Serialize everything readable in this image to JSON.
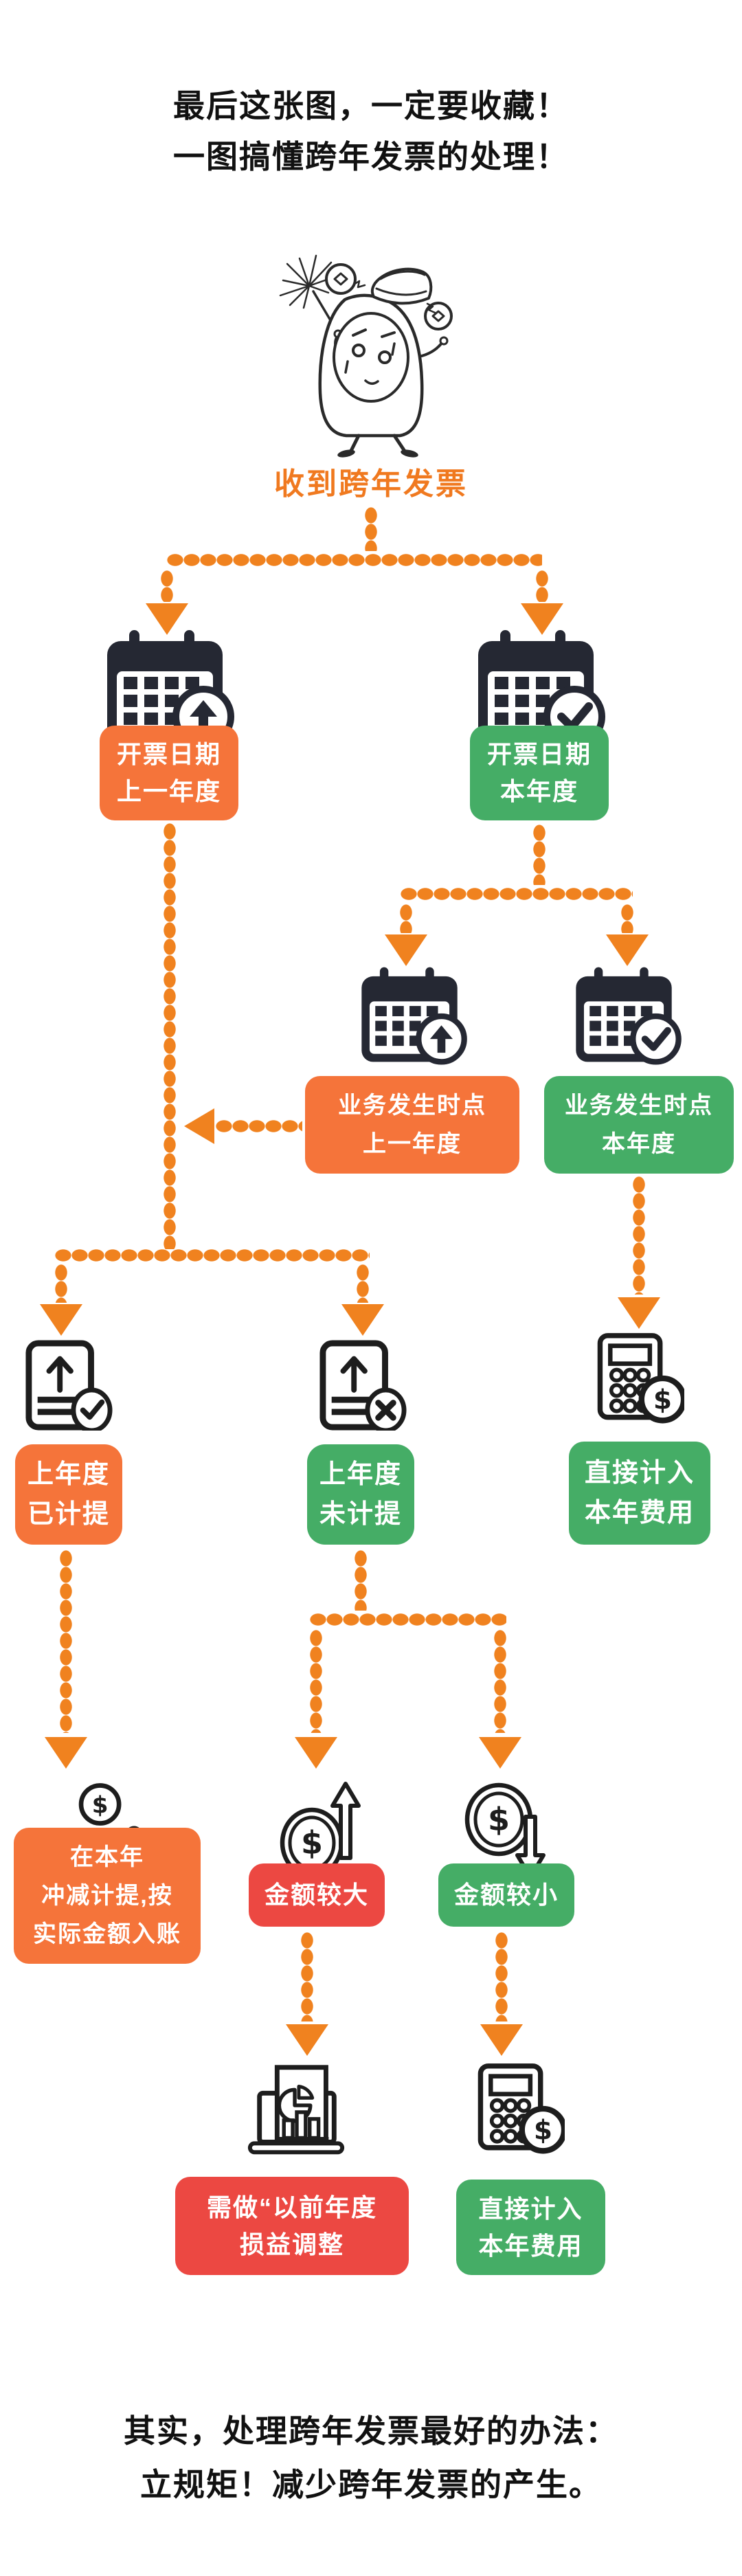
{
  "header": {
    "line1": "最后这张图，一定要收藏！",
    "line2": "一图搞懂跨年发票的处理！"
  },
  "root": {
    "label": "收到跨年发票"
  },
  "nodes": {
    "invoice_prev_year": {
      "line1": "开票日期",
      "line2": "上一年度",
      "color": "#F5743A"
    },
    "invoice_this_year": {
      "line1": "开票日期",
      "line2": "本年度",
      "color": "#45AD66"
    },
    "business_prev_year": {
      "line1": "业务发生时点",
      "line2": "上一年度",
      "color": "#F5743A"
    },
    "business_this_year": {
      "line1": "业务发生时点",
      "line2": "本年度",
      "color": "#45AD66"
    },
    "accrued_last_year": {
      "line1": "上年度",
      "line2": "已计提",
      "color": "#F5743A"
    },
    "not_accrued_last_year": {
      "line1": "上年度",
      "line2": "未计提",
      "color": "#45AD66"
    },
    "direct_expense_mid": {
      "line1": "直接计入",
      "line2": "本年费用",
      "color": "#45AD66"
    },
    "reverse_accrual": {
      "line1": "在本年",
      "line2": "冲减计提,按",
      "line3": "实际金额入账",
      "color": "#F5743A"
    },
    "amount_large": {
      "label": "金额较大",
      "color": "#EC4842"
    },
    "amount_small": {
      "label": "金额较小",
      "color": "#45AD66"
    },
    "prior_year_adjustment": {
      "line1": "需做“以前年度",
      "line2": "损益调整",
      "color": "#EC4842"
    },
    "direct_expense_bottom": {
      "line1": "直接计入",
      "line2": "本年费用",
      "color": "#45AD66"
    }
  },
  "footer": {
    "line1": "其实，处理跨年发票最好的办法：",
    "line2": "立规矩！减少跨年发票的产生。"
  },
  "colors": {
    "connector_orange": "#F0821F",
    "node_orange": "#F5743A",
    "node_green": "#45AD66",
    "node_red": "#EC4842",
    "icon_dark": "#252833",
    "icon_outline": "#1D1D1D",
    "title_ink": "#111111",
    "root_label_orange": "#F0791F",
    "background": "#FFFFFF"
  },
  "icons": {
    "mascot": "mascot-illustration",
    "calendar_up": "calendar-up-arrow-icon",
    "calendar_check": "calendar-check-icon",
    "document_check": "document-upload-check-icon",
    "document_x": "document-upload-x-icon",
    "calculator_dollar": "calculator-dollar-icon",
    "hand_coin": "hand-holding-coin-icon",
    "coin_up": "coin-arrow-up-icon",
    "coin_down": "coin-arrow-down-icon",
    "laptop_chart": "laptop-chart-icon"
  }
}
